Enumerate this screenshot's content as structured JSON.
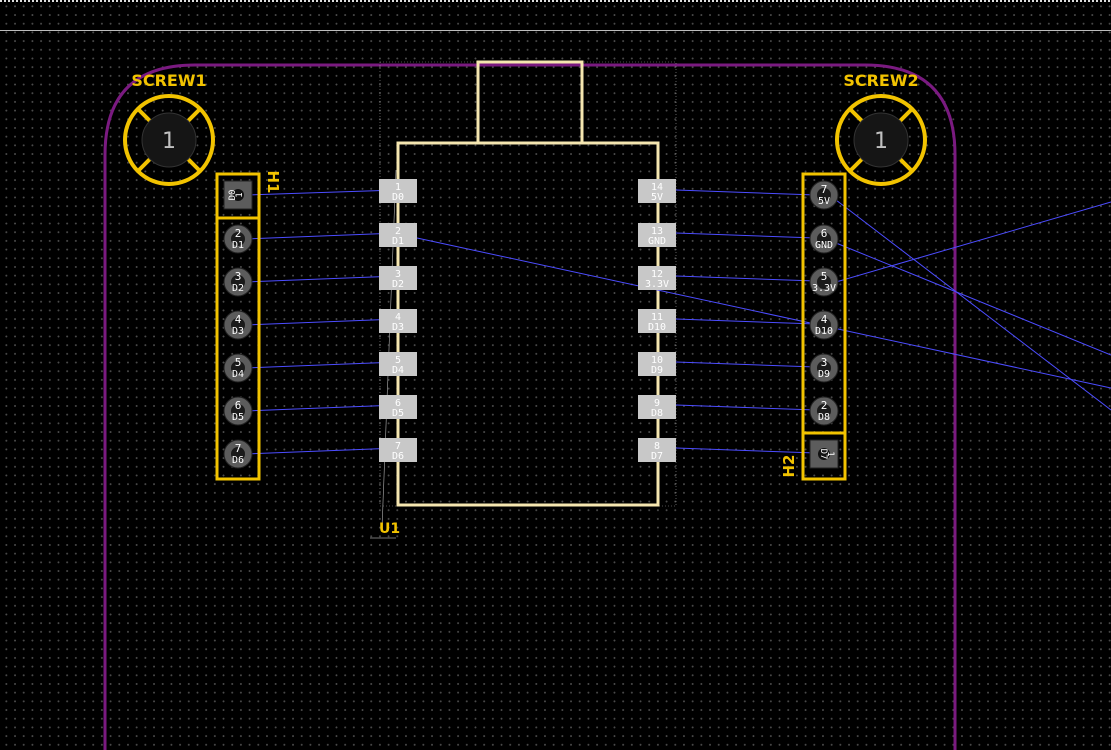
{
  "colors": {
    "background": "#000000",
    "board_outline": "#7a1a80",
    "silkscreen": "#f2c300",
    "fab": "#f5e6b0",
    "smd_pad": "#c8c8c8",
    "th_pad": "#6a6a6a",
    "ratsnest": "#4c4cff"
  },
  "screws": [
    {
      "ref": "SCREW1",
      "pad": "1"
    },
    {
      "ref": "SCREW2",
      "pad": "1"
    }
  ],
  "module": {
    "ref": "U1",
    "left_pads": [
      {
        "num": "1",
        "net": "D0"
      },
      {
        "num": "2",
        "net": "D1"
      },
      {
        "num": "3",
        "net": "D2"
      },
      {
        "num": "4",
        "net": "D3"
      },
      {
        "num": "5",
        "net": "D4"
      },
      {
        "num": "6",
        "net": "D5"
      },
      {
        "num": "7",
        "net": "D6"
      }
    ],
    "right_pads": [
      {
        "num": "14",
        "net": "5V"
      },
      {
        "num": "13",
        "net": "GND"
      },
      {
        "num": "12",
        "net": "3.3V"
      },
      {
        "num": "11",
        "net": "D10"
      },
      {
        "num": "10",
        "net": "D9"
      },
      {
        "num": "9",
        "net": "D8"
      },
      {
        "num": "8",
        "net": "D7"
      }
    ]
  },
  "headers": [
    {
      "ref": "H1",
      "pins": [
        {
          "num": "1",
          "net": "D0"
        },
        {
          "num": "2",
          "net": "D1"
        },
        {
          "num": "3",
          "net": "D2"
        },
        {
          "num": "4",
          "net": "D3"
        },
        {
          "num": "5",
          "net": "D4"
        },
        {
          "num": "6",
          "net": "D5"
        },
        {
          "num": "7",
          "net": "D6"
        }
      ]
    },
    {
      "ref": "H2",
      "pins": [
        {
          "num": "7",
          "net": "5V"
        },
        {
          "num": "6",
          "net": "GND"
        },
        {
          "num": "5",
          "net": "3.3V"
        },
        {
          "num": "4",
          "net": "D10"
        },
        {
          "num": "3",
          "net": "D9"
        },
        {
          "num": "2",
          "net": "D8"
        },
        {
          "num": "1",
          "net": "D7"
        }
      ]
    }
  ]
}
